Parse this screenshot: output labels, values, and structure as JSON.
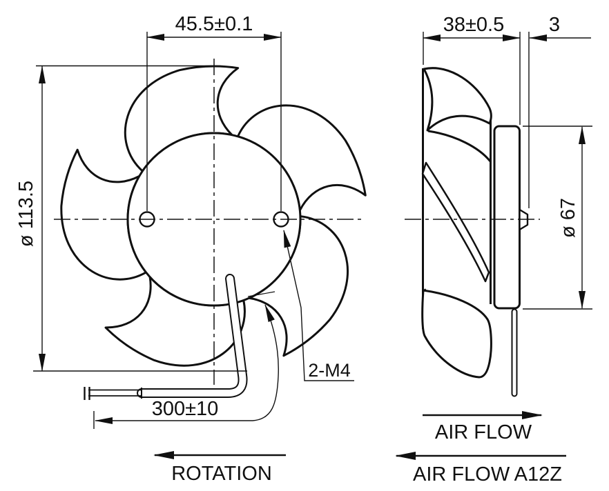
{
  "front_view": {
    "mounting_pitch": "45.5±0.1",
    "fan_diameter": "ø 113.5",
    "lead_wire_length": "300±10",
    "mounting_holes": "2-M4",
    "rotation_label": "ROTATION"
  },
  "side_view": {
    "depth": "38±0.5",
    "boss_protrusion": "3",
    "hub_diameter": "ø 67",
    "airflow_label": "AIR FLOW",
    "airflow_model_label": "AIR FLOW A12Z"
  },
  "colors": {
    "line": "#101010",
    "background": "#ffffff"
  }
}
